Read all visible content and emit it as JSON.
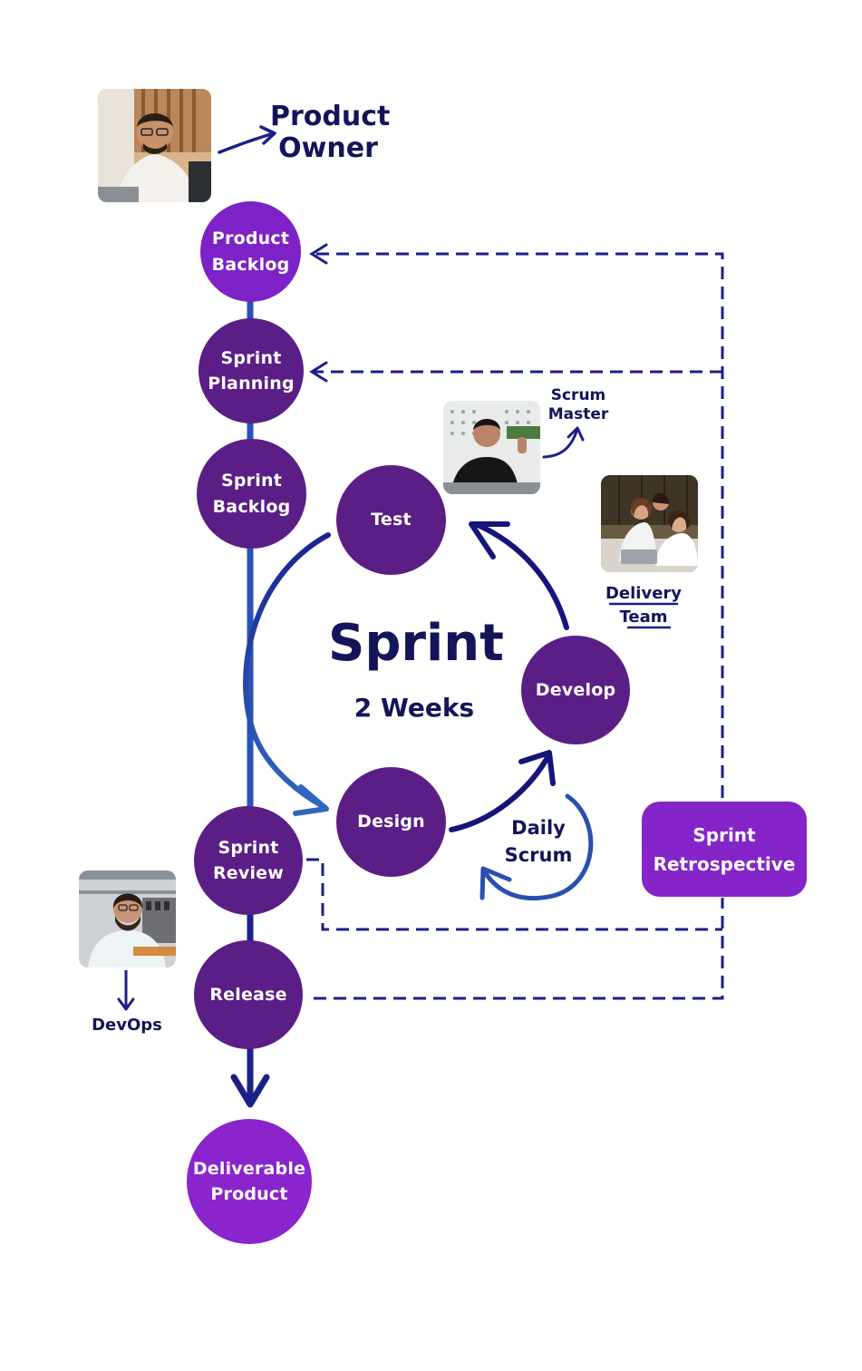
{
  "roles": {
    "product_owner": [
      "Product",
      "Owner"
    ],
    "scrum_master": [
      "Scrum",
      "Master"
    ],
    "delivery_team": [
      "Delivery",
      "Team"
    ],
    "devops": "DevOps"
  },
  "pipeline": {
    "product_backlog": [
      "Product",
      "Backlog"
    ],
    "sprint_planning": [
      "Sprint",
      "Planning"
    ],
    "sprint_backlog": [
      "Sprint",
      "Backlog"
    ],
    "sprint_review": [
      "Sprint",
      "Review"
    ],
    "release": "Release",
    "deliverable_product": [
      "Deliverable",
      "Product"
    ]
  },
  "sprint": {
    "title": "Sprint",
    "duration": "2 Weeks",
    "test": "Test",
    "develop": "Develop",
    "design": "Design",
    "daily_scrum": [
      "Daily",
      "Scrum"
    ]
  },
  "retrospective": [
    "Sprint",
    "Retrospective"
  ],
  "colors": {
    "navy": "#14145a",
    "arrow_blue": "#2a53b4",
    "node_dark": "#5a1e86",
    "node_bright": "#7d22c6"
  }
}
